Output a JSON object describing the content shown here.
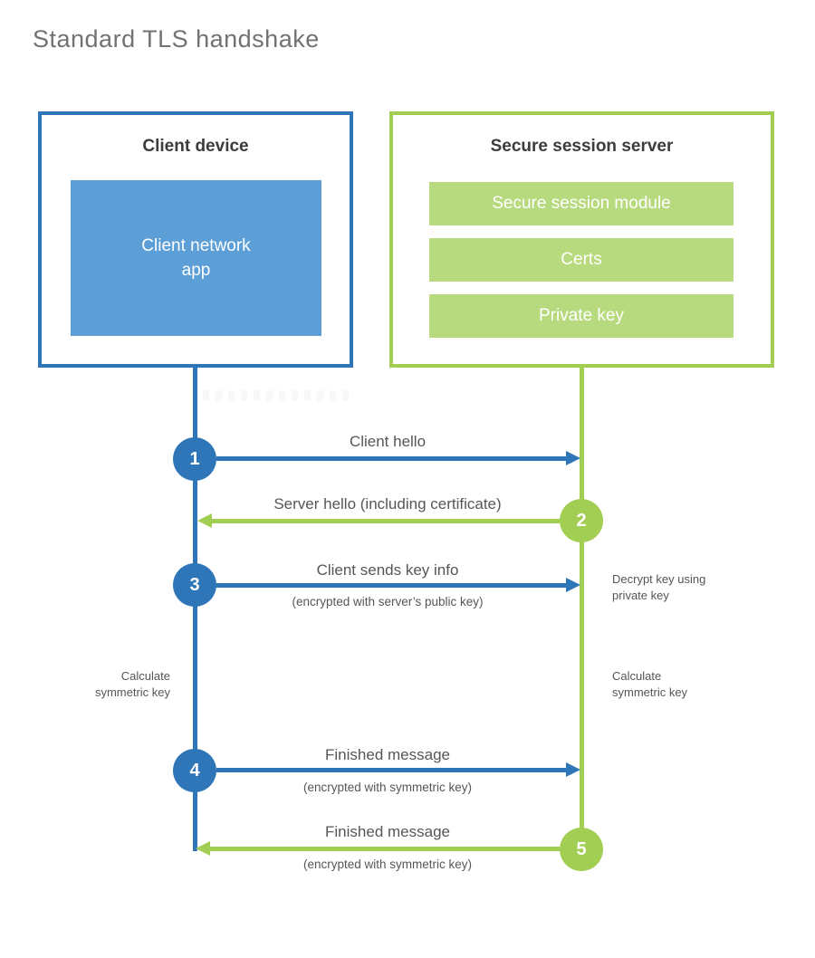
{
  "title": "Standard TLS handshake",
  "colors": {
    "client_blue": "#2e76b7",
    "client_fill_blue": "#5c9ed6",
    "server_green": "#a2ce53",
    "server_fill_green": "#b7da7e",
    "heading_dark": "#3b3c3e",
    "label_gray": "#55565a",
    "title_gray": "#717275"
  },
  "client": {
    "title": "Client device",
    "app_label": "Client network app"
  },
  "server": {
    "title": "Secure session server",
    "modules": [
      "Secure session module",
      "Certs",
      "Private key"
    ]
  },
  "steps": [
    {
      "num": "1",
      "from": "client",
      "to": "server",
      "label": "Client hello",
      "sub": ""
    },
    {
      "num": "2",
      "from": "server",
      "to": "client",
      "label": "Server hello (including certificate)",
      "sub": ""
    },
    {
      "num": "3",
      "from": "client",
      "to": "server",
      "label": "Client sends key info",
      "sub": "(encrypted with server’s public key)",
      "side_note": "Decrypt key using private key"
    },
    {
      "num": "4",
      "from": "client",
      "to": "server",
      "label": "Finished message",
      "sub": "(encrypted with symmetric key)"
    },
    {
      "num": "5",
      "from": "server",
      "to": "client",
      "label": "Finished message",
      "sub": "(encrypted with symmetric key)"
    }
  ],
  "annotations": {
    "client_calculate": "Calculate symmetric key",
    "server_calculate": "Calculate symmetric key"
  }
}
